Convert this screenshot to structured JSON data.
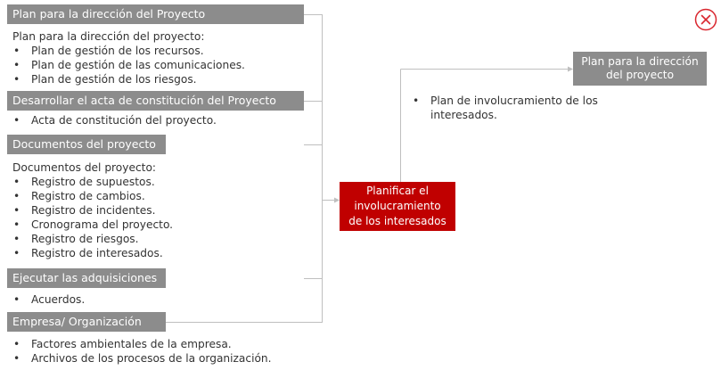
{
  "inputs": [
    {
      "header": "Plan para la dirección del Proyecto",
      "subtitle": "Plan para la dirección del proyecto:",
      "items": [
        "Plan de gestión de los recursos.",
        "Plan de gestión de las comunicaciones.",
        "Plan de gestión de los riesgos."
      ]
    },
    {
      "header": "Desarrollar el acta de constitución del Proyecto",
      "items": [
        "Acta de constitución del proyecto."
      ]
    },
    {
      "header": "Documentos del proyecto",
      "subtitle": "Documentos del proyecto:",
      "items": [
        "Registro de supuestos.",
        "Registro de cambios.",
        "Registro de incidentes.",
        "Cronograma del proyecto.",
        "Registro de riesgos.",
        "Registro de interesados."
      ]
    },
    {
      "header": "Ejecutar las adquisiciones",
      "items": [
        "Acuerdos."
      ]
    },
    {
      "header": "Empresa/ Organización",
      "items": [
        "Factores ambientales de la empresa.",
        "Archivos de los procesos de la organización."
      ]
    }
  ],
  "process": {
    "lines": [
      "Planificar el",
      "involucramiento",
      "de los interesados"
    ]
  },
  "output": {
    "lines": [
      "Plan para la dirección",
      "del proyecto"
    ],
    "items": [
      "Plan de involucramiento de los",
      "interesados."
    ]
  },
  "bullet_char": "•",
  "colors": {
    "header_gray": "#8c8c8c",
    "process_red": "#c00000",
    "close_icon_red": "#d9262e",
    "connector_gray": "#bfbfbf"
  },
  "icons": {
    "close": "close-icon"
  }
}
